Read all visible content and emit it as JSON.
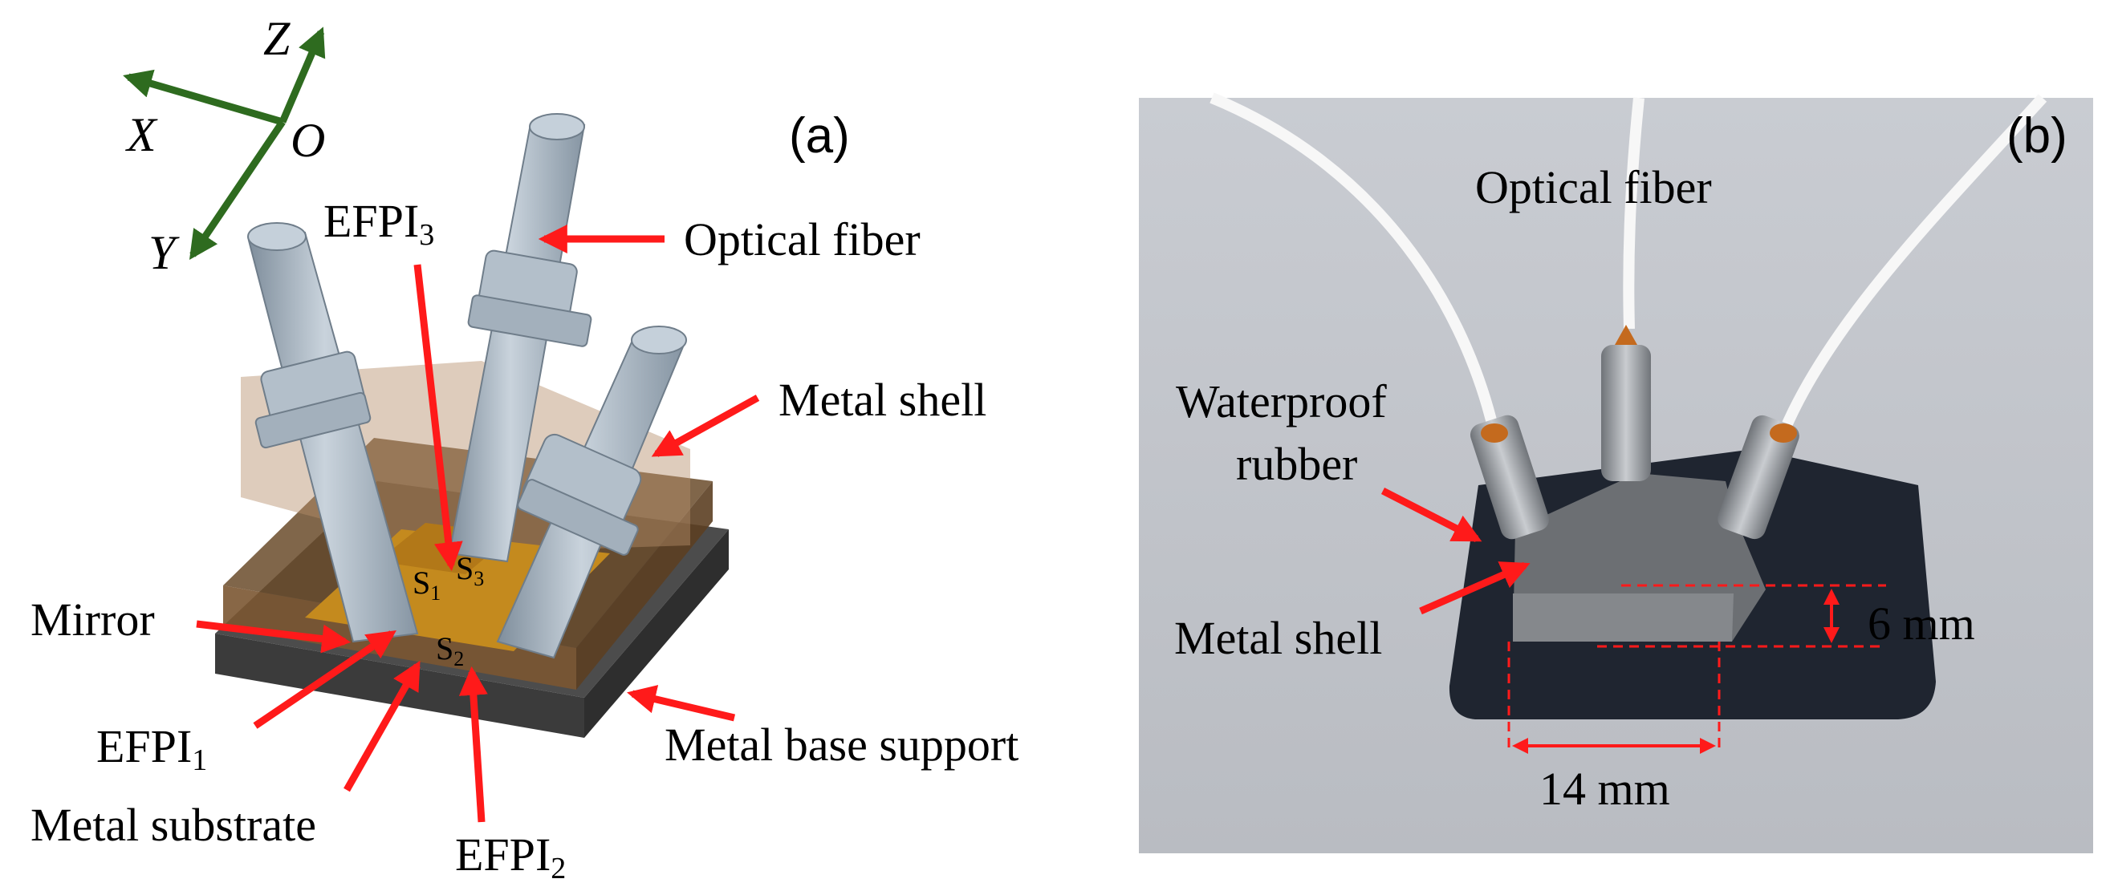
{
  "panel_a": {
    "panel_label": "(a)",
    "axes": {
      "x": "X",
      "y": "Y",
      "z": "Z",
      "origin": "O"
    },
    "labels": {
      "efpi3_main": "EFPI",
      "efpi3_sub": "3",
      "optical_fiber": "Optical fiber",
      "metal_shell": "Metal shell",
      "mirror": "Mirror",
      "efpi1_main": "EFPI",
      "efpi1_sub": "1",
      "metal_substrate": "Metal substrate",
      "efpi2_main": "EFPI",
      "efpi2_sub": "2",
      "metal_base_support": "Metal base support",
      "s1_main": "S",
      "s1_sub": "1",
      "s2_main": "S",
      "s2_sub": "2",
      "s3_main": "S",
      "s3_sub": "3"
    }
  },
  "panel_b": {
    "panel_label": "(b)",
    "labels": {
      "optical_fiber": "Optical fiber",
      "waterproof_line1": "Waterproof",
      "waterproof_line2": "rubber",
      "metal_shell": "Metal shell",
      "dim_height": "6 mm",
      "dim_width": "14 mm"
    }
  },
  "colors": {
    "arrow": "#ff1a1a",
    "axis": "#2e6b1f",
    "photo_background": "#c3c6cc",
    "fiber_cylinder": "#a9b7c4",
    "substrate": "#c48a1e",
    "base": "#4a4a4a"
  }
}
